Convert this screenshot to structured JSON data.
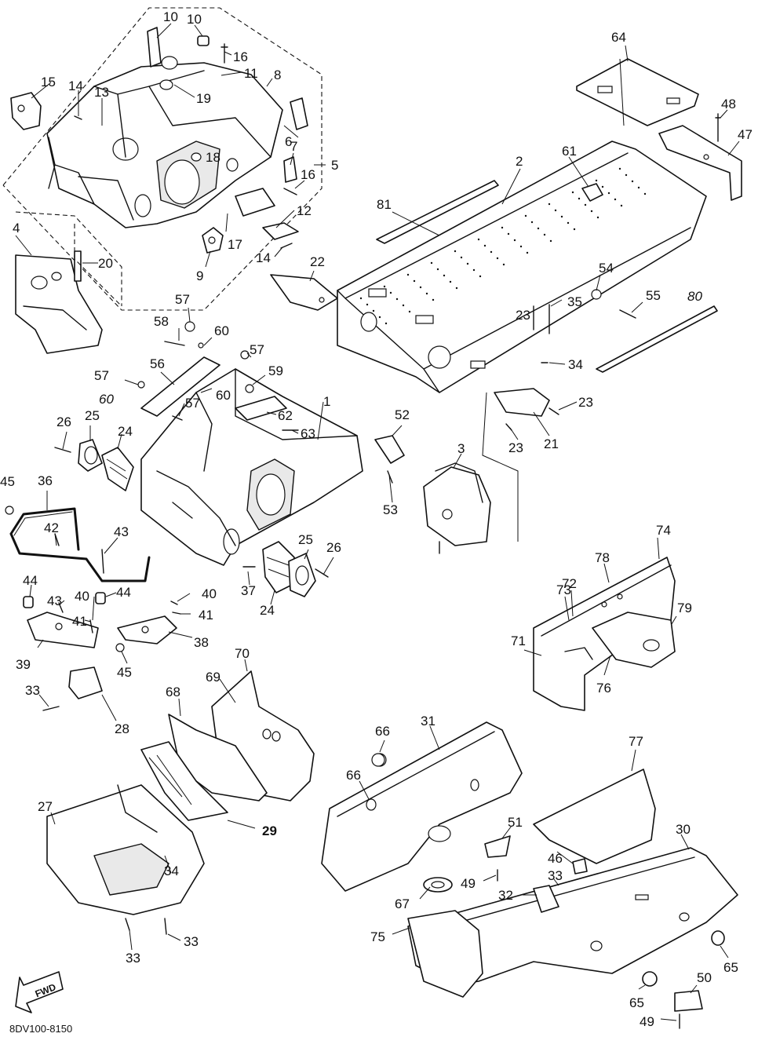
{
  "diagram": {
    "drawing_code": "8DV100-8150",
    "direction_label": "FWD",
    "callouts": [
      {
        "id": "c1",
        "text": "10"
      },
      {
        "id": "c2",
        "text": "10"
      },
      {
        "id": "c3",
        "text": "16"
      },
      {
        "id": "c4",
        "text": "11"
      },
      {
        "id": "c5",
        "text": "8"
      },
      {
        "id": "c6",
        "text": "15"
      },
      {
        "id": "c7",
        "text": "14"
      },
      {
        "id": "c8",
        "text": "13"
      },
      {
        "id": "c9",
        "text": "19"
      },
      {
        "id": "c10",
        "text": "6"
      },
      {
        "id": "c11",
        "text": "18"
      },
      {
        "id": "c12",
        "text": "7"
      },
      {
        "id": "c13",
        "text": "5"
      },
      {
        "id": "c14",
        "text": "16"
      },
      {
        "id": "c15",
        "text": "12"
      },
      {
        "id": "c16",
        "text": "17"
      },
      {
        "id": "c17",
        "text": "14"
      },
      {
        "id": "c18",
        "text": "9"
      },
      {
        "id": "c19",
        "text": "4"
      },
      {
        "id": "c20",
        "text": "20"
      },
      {
        "id": "c21",
        "text": "22"
      },
      {
        "id": "c22",
        "text": "64"
      },
      {
        "id": "c23",
        "text": "48"
      },
      {
        "id": "c24",
        "text": "47"
      },
      {
        "id": "c25",
        "text": "61"
      },
      {
        "id": "c26",
        "text": "2"
      },
      {
        "id": "c27",
        "text": "81"
      },
      {
        "id": "c28",
        "text": "54"
      },
      {
        "id": "c29",
        "text": "35"
      },
      {
        "id": "c30",
        "text": "55"
      },
      {
        "id": "c31",
        "text": "80"
      },
      {
        "id": "c32",
        "text": "23"
      },
      {
        "id": "c33",
        "text": "34"
      },
      {
        "id": "c34",
        "text": "23"
      },
      {
        "id": "c35",
        "text": "23"
      },
      {
        "id": "c36",
        "text": "21"
      },
      {
        "id": "c37",
        "text": "57"
      },
      {
        "id": "c38",
        "text": "58"
      },
      {
        "id": "c39",
        "text": "60"
      },
      {
        "id": "c40",
        "text": "57"
      },
      {
        "id": "c41",
        "text": "56"
      },
      {
        "id": "c42",
        "text": "59"
      },
      {
        "id": "c43",
        "text": "57"
      },
      {
        "id": "c44",
        "text": "60"
      },
      {
        "id": "c45",
        "text": "60"
      },
      {
        "id": "c46",
        "text": "57"
      },
      {
        "id": "c47",
        "text": "62"
      },
      {
        "id": "c48",
        "text": "1"
      },
      {
        "id": "c49",
        "text": "63"
      },
      {
        "id": "c50",
        "text": "26"
      },
      {
        "id": "c51",
        "text": "25"
      },
      {
        "id": "c52",
        "text": "24"
      },
      {
        "id": "c53",
        "text": "52"
      },
      {
        "id": "c54",
        "text": "3"
      },
      {
        "id": "c55",
        "text": "53"
      },
      {
        "id": "c56",
        "text": "45"
      },
      {
        "id": "c57",
        "text": "36"
      },
      {
        "id": "c58",
        "text": "42"
      },
      {
        "id": "c59",
        "text": "43"
      },
      {
        "id": "c60",
        "text": "44"
      },
      {
        "id": "c61",
        "text": "44"
      },
      {
        "id": "c62",
        "text": "43"
      },
      {
        "id": "c63",
        "text": "40"
      },
      {
        "id": "c64",
        "text": "41"
      },
      {
        "id": "c65",
        "text": "40"
      },
      {
        "id": "c66",
        "text": "41"
      },
      {
        "id": "c67",
        "text": "38"
      },
      {
        "id": "c68",
        "text": "39"
      },
      {
        "id": "c69",
        "text": "45"
      },
      {
        "id": "c70",
        "text": "37"
      },
      {
        "id": "c71",
        "text": "24"
      },
      {
        "id": "c72",
        "text": "25"
      },
      {
        "id": "c73",
        "text": "26"
      },
      {
        "id": "c74",
        "text": "74"
      },
      {
        "id": "c75",
        "text": "78"
      },
      {
        "id": "c76",
        "text": "73"
      },
      {
        "id": "c77",
        "text": "72"
      },
      {
        "id": "c78",
        "text": "79"
      },
      {
        "id": "c79",
        "text": "71"
      },
      {
        "id": "c80",
        "text": "76"
      },
      {
        "id": "c81",
        "text": "33"
      },
      {
        "id": "c82",
        "text": "28"
      },
      {
        "id": "c83",
        "text": "70"
      },
      {
        "id": "c84",
        "text": "69"
      },
      {
        "id": "c85",
        "text": "68"
      },
      {
        "id": "c86",
        "text": "29"
      },
      {
        "id": "c87",
        "text": "27"
      },
      {
        "id": "c88",
        "text": "34"
      },
      {
        "id": "c89",
        "text": "33"
      },
      {
        "id": "c90",
        "text": "33"
      },
      {
        "id": "c91",
        "text": "31"
      },
      {
        "id": "c92",
        "text": "66"
      },
      {
        "id": "c93",
        "text": "66"
      },
      {
        "id": "c94",
        "text": "77"
      },
      {
        "id": "c95",
        "text": "51"
      },
      {
        "id": "c96",
        "text": "30"
      },
      {
        "id": "c97",
        "text": "46"
      },
      {
        "id": "c98",
        "text": "49"
      },
      {
        "id": "c99",
        "text": "67"
      },
      {
        "id": "c100",
        "text": "33"
      },
      {
        "id": "c101",
        "text": "32"
      },
      {
        "id": "c102",
        "text": "75"
      },
      {
        "id": "c103",
        "text": "65"
      },
      {
        "id": "c104",
        "text": "50"
      },
      {
        "id": "c105",
        "text": "65"
      },
      {
        "id": "c106",
        "text": "49"
      }
    ]
  }
}
